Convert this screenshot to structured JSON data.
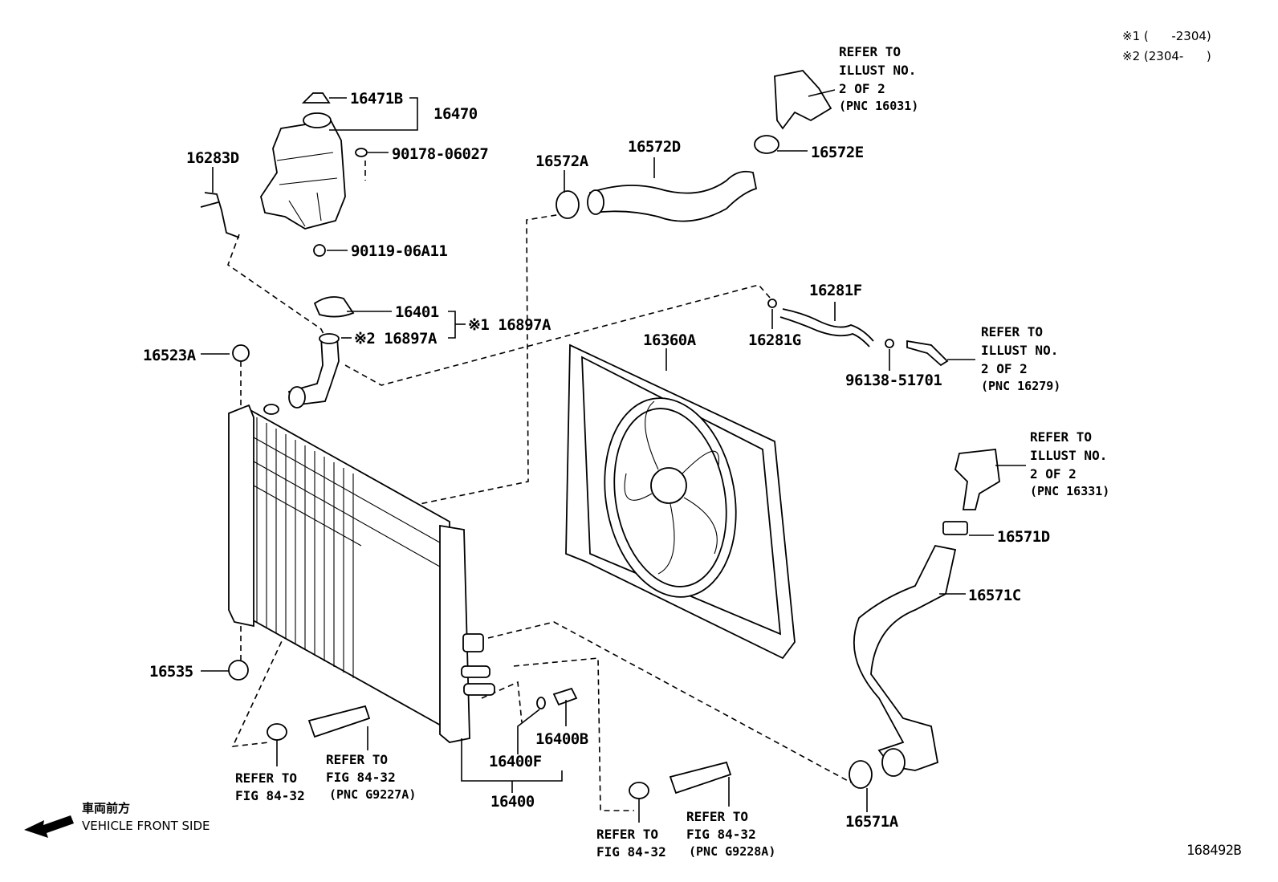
{
  "notes": {
    "variant1": "※1 (      -2304)",
    "variant2": "※2 (2304-      )"
  },
  "refers": {
    "r16031": [
      "REFER TO",
      "ILLUST NO.",
      "2 OF 2",
      "(PNC 16031)"
    ],
    "r16279": [
      "REFER TO",
      "ILLUST NO.",
      "2 OF 2",
      "(PNC 16279)"
    ],
    "r16331": [
      "REFER TO",
      "ILLUST NO.",
      "2 OF 2",
      "(PNC 16331)"
    ],
    "fig_left": [
      "REFER TO",
      "FIG 84-32"
    ],
    "fig_g9227a": [
      "REFER TO",
      "FIG 84-32",
      "(PNC G9227A)"
    ],
    "fig_mid": [
      "REFER TO",
      "FIG 84-32"
    ],
    "fig_g9228a": [
      "REFER TO",
      "FIG 84-32",
      "(PNC G9228A)"
    ]
  },
  "parts": {
    "p16471B": "16471B",
    "p16470": "16470",
    "p90178": "90178-06027",
    "p16283D": "16283D",
    "p90119": "90119-06A11",
    "p16401": "16401",
    "p16897A_2": "※2 16897A",
    "p16897A_1": "※1 16897A",
    "p16523A": "16523A",
    "p16572A": "16572A",
    "p16572D": "16572D",
    "p16572E": "16572E",
    "p16281F": "16281F",
    "p16281G": "16281G",
    "p96138": "96138-51701",
    "p16360A": "16360A",
    "p16571D": "16571D",
    "p16571C": "16571C",
    "p16535": "16535",
    "p16400B": "16400B",
    "p16400F": "16400F",
    "p16400": "16400",
    "p16571A": "16571A"
  },
  "footer": {
    "direction_jp": "車両前方",
    "direction_en": "VEHICLE FRONT SIDE",
    "illust_no": "168492B"
  },
  "icons": [
    "vehicle-front-arrow-icon"
  ]
}
